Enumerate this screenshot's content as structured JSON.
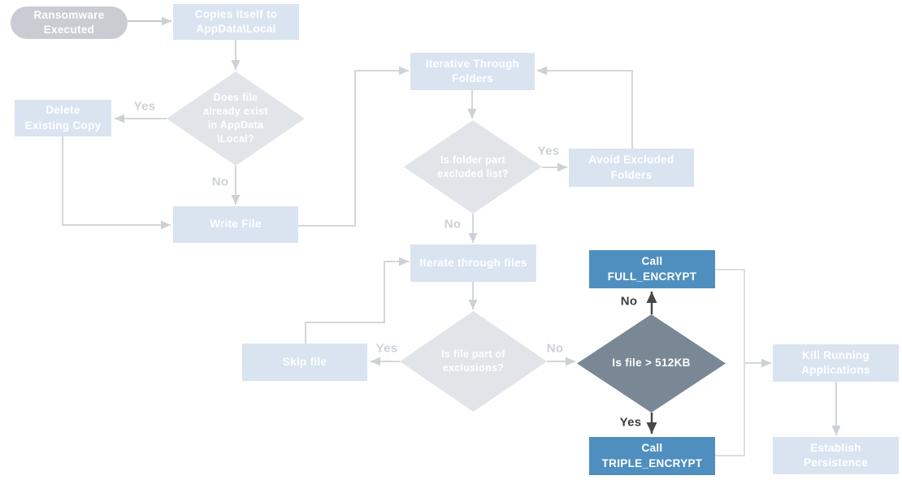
{
  "colors": {
    "background": "#ffffff",
    "start_pill": "#c9ccd3",
    "faded_box": "#d9e4f0",
    "faded_diamond": "#e1e5e9",
    "faded_line": "#d3d7db",
    "faded_label": "#ccd1d6",
    "active_box": "#4f8fbf",
    "active_diamond": "#798894",
    "dark_arrow": "#47484a",
    "node_text": "#ffffff"
  },
  "nodes": {
    "start": {
      "label": "Ransomware\nExecuted"
    },
    "copy_self": {
      "label": "Copies itself to\nAppData\\Local"
    },
    "exists_decision": {
      "label": "Does file\nalready exist\nin AppData\n\\Local?"
    },
    "delete_copy": {
      "label": "Delete\nExisting Copy"
    },
    "write_file": {
      "label": "Write File"
    },
    "iterate_folders": {
      "label": "Iterative Through\nFolders"
    },
    "folder_excluded_decision": {
      "label": "Is folder part\nexcluded list?"
    },
    "avoid_excluded": {
      "label": "Avoid Excluded\nFolders"
    },
    "iterate_files": {
      "label": "Iterate through files"
    },
    "file_excluded_decision": {
      "label": "Is file part of\nexclusions?"
    },
    "skip_file": {
      "label": "Skip file"
    },
    "size_decision": {
      "label": "Is file > 512KB"
    },
    "full_encrypt": {
      "label": "Call\nFULL_ENCRYPT"
    },
    "triple_encrypt": {
      "label": "Call\nTRIPLE_ENCRYPT"
    },
    "kill_apps": {
      "label": "Kill Running\nApplications"
    },
    "establish_persistence": {
      "label": "Establish\nPersistence"
    }
  },
  "edge_labels": {
    "exists_yes": "Yes",
    "exists_no": "No",
    "folder_yes": "Yes",
    "folder_no": "No",
    "file_yes": "Yes",
    "file_no": "No",
    "size_no": "No",
    "size_yes": "Yes"
  }
}
